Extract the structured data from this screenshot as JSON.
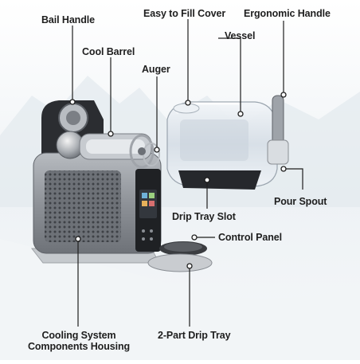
{
  "labels": {
    "bail_handle": "Bail Handle",
    "easy_fill_cover": "Easy to Fill Cover",
    "ergonomic_handle": "Ergonomic Handle",
    "vessel": "Vessel",
    "cool_barrel": "Cool Barrel",
    "auger": "Auger",
    "pour_spout": "Pour Spout",
    "drip_tray_slot": "Drip Tray Slot",
    "control_panel": "Control Panel",
    "cooling_housing": "Cooling System Components Housing",
    "drip_tray": "2-Part Drip Tray"
  },
  "colors": {
    "housing": "#8c9096",
    "grille": "#5a5e64",
    "black_body": "#2b2d31",
    "vessel_glass": "#dfe7ee",
    "callout": "#1e1e1e",
    "accent": "#3a3c40"
  },
  "icons": {
    "callout_dot": "white circle marker",
    "display": "control display screen"
  }
}
